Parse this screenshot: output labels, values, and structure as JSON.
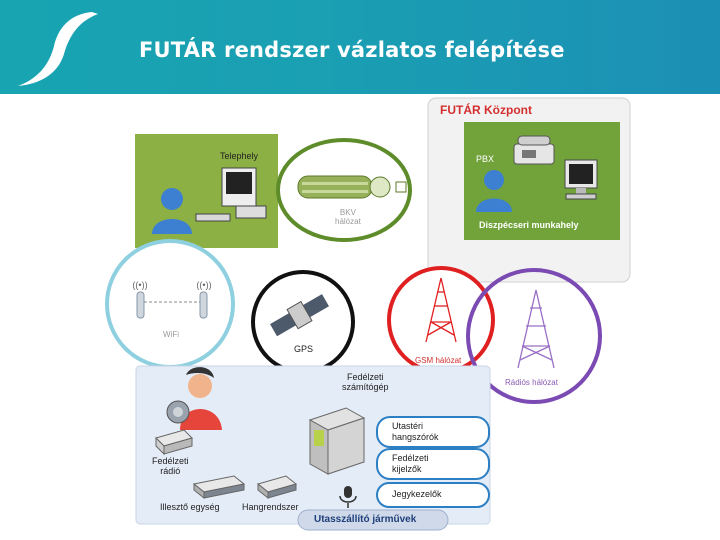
{
  "slide": {
    "title": "FUTÁR rendszer vázlatos felépítése"
  },
  "central": {
    "title": "FUTÁR Központ",
    "pbx": "PBX",
    "dispatcher": "Diszpécseri munkahely"
  },
  "depot": {
    "title": "Telephely"
  },
  "networks": {
    "bkv": "BKV\nhálózat",
    "wifi": "WiFi",
    "gps": "GPS",
    "gsm": "GSM hálózat",
    "radio": "Rádiós hálózat"
  },
  "vehicle": {
    "title": "Utasszállító járművek",
    "computer": "Fedélzeti\nszámítógép",
    "radio": "Fedélzeti\nrádió",
    "adapter": "Illesztő egység",
    "sound": "Hangrendszer",
    "speakers": "Utastéri\nhangszórók",
    "displays": "Fedélzeti\nkijelzők",
    "ticket": "Jegykezelők"
  },
  "colors": {
    "header": "#1a9fb3",
    "depot_green": "#8cb043",
    "dispatch_green": "#72a33b",
    "gsm_red": "#e02020",
    "radio_purple": "#7b4bb3",
    "wifi_blue": "#8ecfe0",
    "pill_blue": "#2d7fc4"
  }
}
